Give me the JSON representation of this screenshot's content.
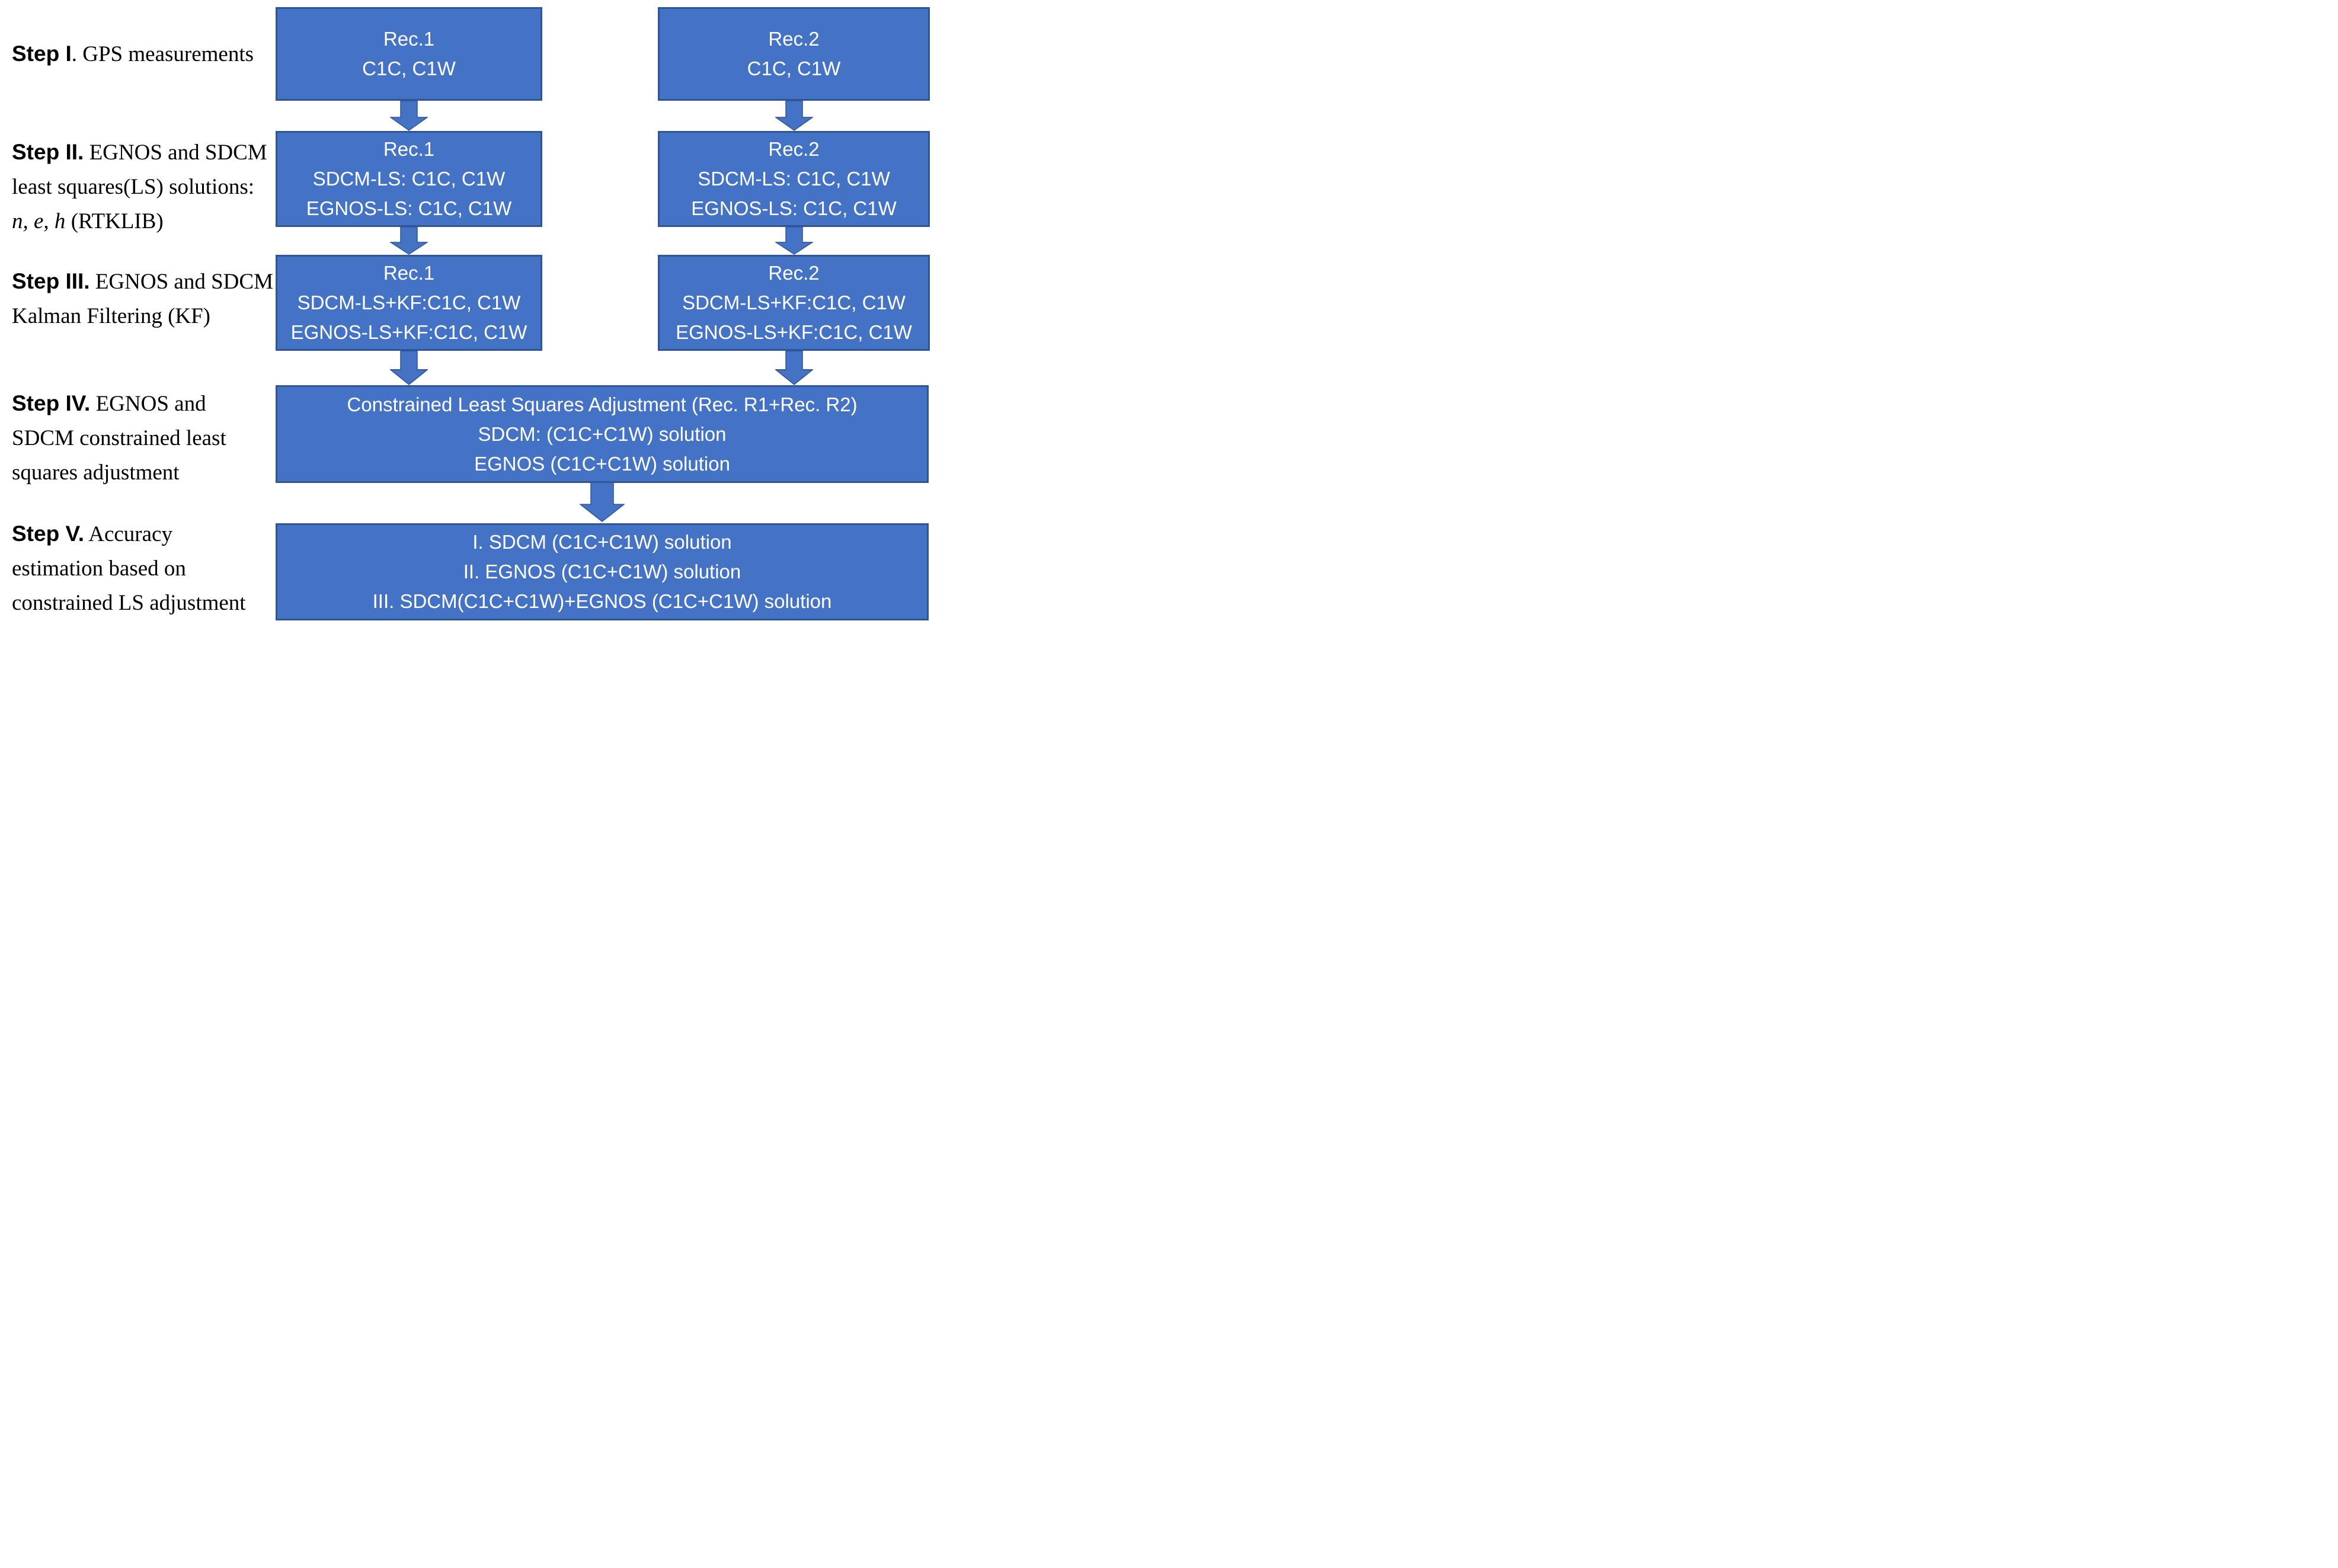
{
  "colors": {
    "box_fill": "#4472c4",
    "box_border": "#2f5597",
    "box_text": "#ffffff",
    "label_text": "#000000"
  },
  "icons": {
    "flow_arrow": "down-arrow"
  },
  "steps": [
    {
      "label": {
        "bold": "Step I",
        "rest": ". GPS measurements"
      },
      "boxes": [
        {
          "lines": [
            "Rec.1",
            "C1C, C1W"
          ]
        },
        {
          "lines": [
            "Rec.2",
            "C1C, C1W"
          ]
        }
      ]
    },
    {
      "label": {
        "bold": "Step II.",
        "rest": " EGNOS and SDCM\nleast squares(LS) solutions:\n",
        "math": "n, e, h",
        "math_rest": " (RTKLIB)"
      },
      "boxes": [
        {
          "lines": [
            "Rec.1",
            "SDCM-LS: C1C, C1W",
            "EGNOS-LS: C1C, C1W"
          ]
        },
        {
          "lines": [
            "Rec.2",
            "SDCM-LS: C1C, C1W",
            "EGNOS-LS: C1C, C1W"
          ]
        }
      ]
    },
    {
      "label": {
        "bold": "Step III.",
        "rest": " EGNOS and SDCM\nKalman Filtering (KF)"
      },
      "boxes": [
        {
          "lines": [
            "Rec.1",
            "SDCM-LS+KF:C1C, C1W",
            "EGNOS-LS+KF:C1C, C1W"
          ]
        },
        {
          "lines": [
            "Rec.2",
            "SDCM-LS+KF:C1C, C1W",
            "EGNOS-LS+KF:C1C, C1W"
          ]
        }
      ]
    },
    {
      "label": {
        "bold": "Step IV.",
        "rest": " EGNOS and\nSDCM constrained least\nsquares adjustment"
      },
      "boxes": [
        {
          "lines": [
            "Constrained Least Squares Adjustment (Rec. R1+Rec. R2)",
            "SDCM: (C1C+C1W) solution",
            "EGNOS (C1C+C1W) solution"
          ]
        }
      ]
    },
    {
      "label": {
        "bold": "Step V.",
        "rest": " Accuracy\nestimation based on\nconstrained LS adjustment"
      },
      "boxes": [
        {
          "lines": [
            "I. SDCM (C1C+C1W) solution",
            "II. EGNOS (C1C+C1W) solution",
            "III. SDCM(C1C+C1W)+EGNOS (C1C+C1W) solution"
          ]
        }
      ]
    }
  ]
}
